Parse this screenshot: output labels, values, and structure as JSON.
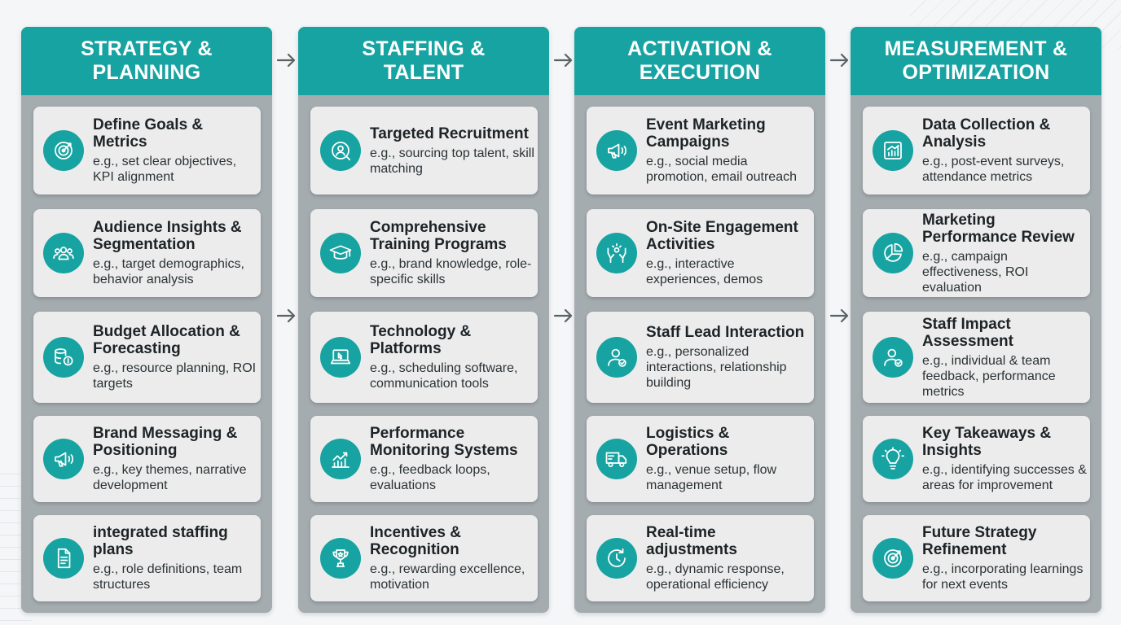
{
  "columns": [
    {
      "title": "STRATEGY &\nPLANNING",
      "cards": [
        {
          "icon": "target-icon",
          "title": "Define Goals & Metrics",
          "desc": "e.g., set clear objectives, KPI alignment"
        },
        {
          "icon": "people-group-icon",
          "title": "Audience Insights & Segmentation",
          "desc": "e.g., target demographics, behavior analysis"
        },
        {
          "icon": "coin-database-icon",
          "title": "Budget Allocation & Forecasting",
          "desc": "e.g., resource planning, ROI targets"
        },
        {
          "icon": "megaphone-icon",
          "title": "Brand Messaging & Positioning",
          "desc": "e.g., key themes, narrative development"
        },
        {
          "icon": "document-list-icon",
          "title": "integrated staffing plans",
          "desc": "e.g., role definitions, team structures"
        }
      ]
    },
    {
      "title": "STAFFING &\nTALENT",
      "cards": [
        {
          "icon": "person-search-icon",
          "title": "Targeted Recruitment",
          "desc": "e.g., sourcing top talent, skill matching"
        },
        {
          "icon": "graduation-cap-icon",
          "title": "Comprehensive Training Programs",
          "desc": "e.g., brand knowledge, role-specific skills"
        },
        {
          "icon": "laptop-icon",
          "title": "Technology & Platforms",
          "desc": "e.g., scheduling software, communication tools"
        },
        {
          "icon": "growth-chart-icon",
          "title": "Performance Monitoring Systems",
          "desc": "e.g., feedback loops, evaluations"
        },
        {
          "icon": "trophy-icon",
          "title": "Incentives & Recognition",
          "desc": "e.g., rewarding excellence, motivation"
        }
      ]
    },
    {
      "title": "ACTIVATION &\nEXECUTION",
      "cards": [
        {
          "icon": "megaphone-icon",
          "title": "Event Marketing Campaigns",
          "desc": "e.g., social media promotion, email outreach"
        },
        {
          "icon": "raised-hands-icon",
          "title": "On-Site Engagement Activities",
          "desc": "e.g., interactive experiences, demos"
        },
        {
          "icon": "person-check-icon",
          "title": "Staff Lead Interaction",
          "desc": "e.g., personalized interactions, relationship building"
        },
        {
          "icon": "delivery-truck-icon",
          "title": "Logistics & Operations",
          "desc": "e.g., venue setup, flow management"
        },
        {
          "icon": "clock-refresh-icon",
          "title": "Real-time adjustments",
          "desc": "e.g., dynamic response, operational efficiency"
        }
      ]
    },
    {
      "title": "MEASUREMENT &\nOPTIMIZATION",
      "cards": [
        {
          "icon": "bar-chart-icon",
          "title": "Data Collection & Analysis",
          "desc": "e.g., post-event surveys, attendance metrics"
        },
        {
          "icon": "pie-chart-icon",
          "title": "Marketing Performance Review",
          "desc": "e.g., campaign effectiveness, ROI evaluation"
        },
        {
          "icon": "person-check-icon",
          "title": "Staff Impact Assessment",
          "desc": "e.g., individual & team feedback, performance metrics"
        },
        {
          "icon": "lightbulb-icon",
          "title": "Key Takeaways & Insights",
          "desc": "e.g., identifying successes & areas for improvement"
        },
        {
          "icon": "target-icon",
          "title": "Future Strategy Refinement",
          "desc": "e.g., incorporating learnings for next events"
        }
      ]
    }
  ],
  "colors": {
    "teal": "#17a3a1",
    "column_bg": "#a4acb0",
    "card_bg": "#ececec",
    "arrow": "#5a6266"
  }
}
